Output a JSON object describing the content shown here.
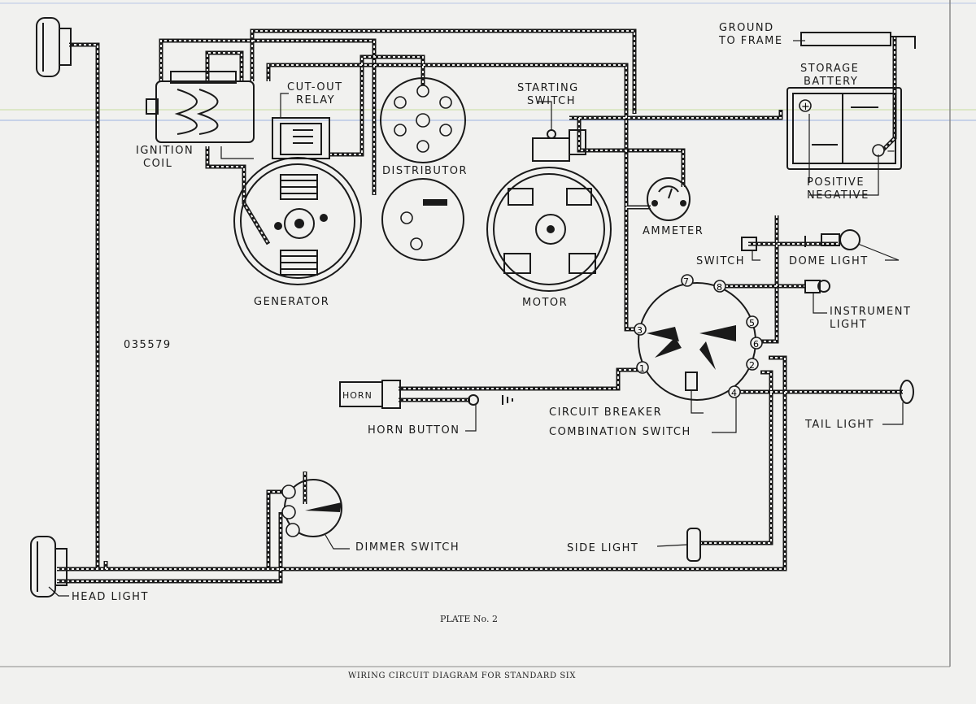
{
  "labels": {
    "ground_to_frame_1": "GROUND",
    "ground_to_frame_2": "TO FRAME",
    "storage_battery_1": "STORAGE",
    "storage_battery_2": "BATTERY",
    "cutout_relay_1": "CUT-OUT",
    "cutout_relay_2": "RELAY",
    "starting_switch_1": "STARTING",
    "starting_switch_2": "SWITCH",
    "ignition_coil_1": "IGNITION",
    "ignition_coil_2": "COIL",
    "distributor": "DISTRIBUTOR",
    "positive": "POSITIVE",
    "negative": "NEGATIVE",
    "ammeter": "AMMETER",
    "generator": "GENERATOR",
    "motor": "MOTOR",
    "switch": "SWITCH",
    "dome_light": "DOME LIGHT",
    "instrument_light_1": "INSTRUMENT",
    "instrument_light_2": "LIGHT",
    "serial": "035579",
    "horn": "HORN",
    "horn_button": "HORN BUTTON",
    "circuit_breaker": "CIRCUIT BREAKER",
    "combination_switch": "COMBINATION SWITCH",
    "tail_light": "TAIL LIGHT",
    "dimmer_switch": "DIMMER SWITCH",
    "side_light": "SIDE LIGHT",
    "head_light": "HEAD LIGHT"
  },
  "terminals": [
    "1",
    "2",
    "3",
    "4",
    "5",
    "6",
    "7",
    "8"
  ],
  "battery_signs": {
    "plus": "+",
    "minus": "−"
  },
  "captions": {
    "plate": "PLATE No. 2",
    "title": "WIRING CIRCUIT DIAGRAM FOR STANDARD SIX"
  },
  "colors": {
    "paper": "#f1f1ef",
    "ink": "#1a1a1a",
    "scan_line": "#b9c7e6"
  }
}
